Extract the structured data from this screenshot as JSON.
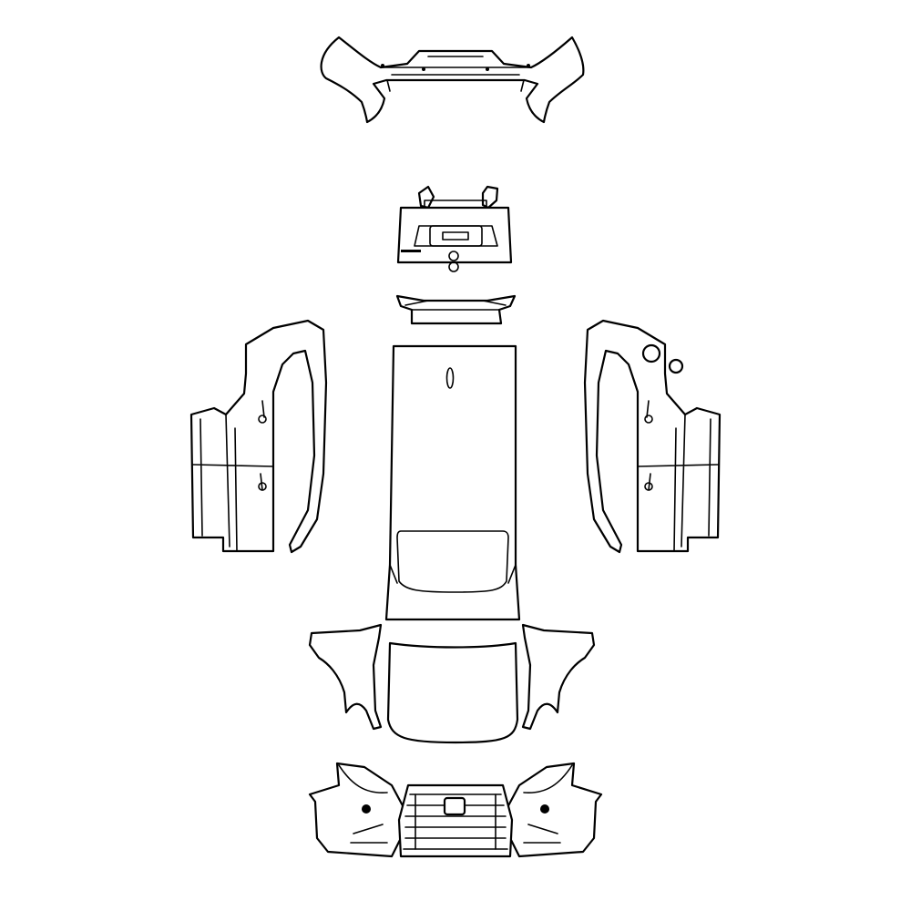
{
  "diagram": {
    "type": "vehicle protection film template",
    "parts": [
      "rear-bumper",
      "trunk-lid",
      "rear-panel",
      "left-quarter-panel",
      "right-quarter-panel",
      "roof",
      "hood",
      "left-front-fender",
      "right-front-fender",
      "front-bumper"
    ]
  },
  "colors": {
    "stroke": "#000000",
    "background": "#ffffff"
  }
}
